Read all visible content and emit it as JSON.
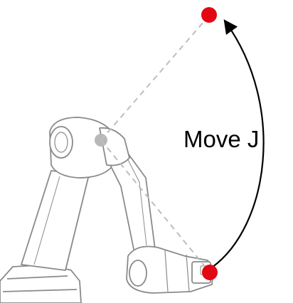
{
  "diagram": {
    "label": "Move J",
    "colors": {
      "waypoint": "#e30613",
      "path": "#bdbdbd",
      "arc": "#000000",
      "robot_outline": "#8a8a8a",
      "joint": "#b8b8b8"
    },
    "icons": {
      "start_point": "red-dot",
      "end_point": "red-dot",
      "motion_arrow": "curved-arrow"
    }
  }
}
